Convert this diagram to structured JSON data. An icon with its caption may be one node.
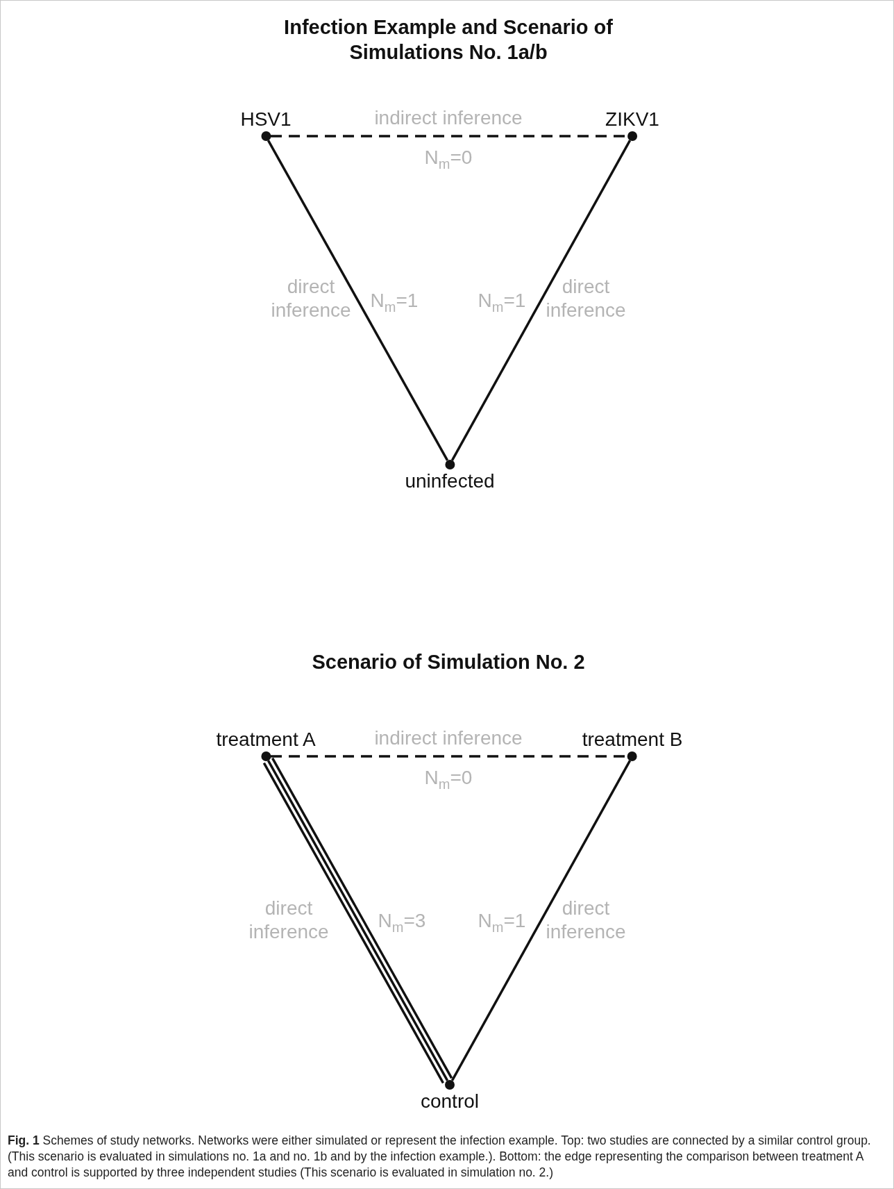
{
  "diagram": {
    "title": "Infection Example and Scenario of Simulations No. 1a/b",
    "caption": "**Fig. 1** Schemes of study networks. Networks were either simulated or represent the infection example. Top: two studies are connected by a similar control group. (This scenario is evaluated in simulations no. 1a and no. 1b and by the infection example.). Bottom: the edge representing the comparison between treatment A and control is supported by three independent studies (This scenario is evaluated in simulation no. 2.)",
    "nodes": [
      {
        "text": [
          "HSV1"
        ]
      },
      {
        "text": [
          "ZIKV1"
        ]
      },
      {
        "text": [
          "uninfected"
        ]
      },
      {
        "text": [
          "treatment A"
        ]
      },
      {
        "text": [
          "treatment B"
        ]
      },
      {
        "text": [
          "control"
        ]
      }
    ],
    "edges": [
      {
        "from": 0,
        "to": 1,
        "arrow": "none",
        "style": "dashed",
        "label": "indirect inference"
      },
      {
        "from": 0,
        "to": 2,
        "arrow": "none",
        "label": "direct inference"
      },
      {
        "from": 1,
        "to": 2,
        "arrow": "none",
        "label": "direct inference"
      },
      {
        "from": 3,
        "to": 4,
        "arrow": "none",
        "style": "dashed",
        "label": "indirect inference"
      },
      {
        "from": 3,
        "to": 5,
        "arrow": "none",
        "label": "direct inference"
      },
      {
        "from": 3,
        "to": 5,
        "arrow": "none"
      },
      {
        "from": 3,
        "to": 5,
        "arrow": "none"
      },
      {
        "from": 4,
        "to": 5,
        "arrow": "none",
        "label": "direct inference"
      }
    ],
    "labels": [
      "N$_{m}$=0",
      "N$_{m}$=1",
      "N$_{m}$=1",
      "Scenario of Simulation No. 2",
      "N$_{m}$=0",
      "N$_{m}$=3",
      "N$_{m}$=1"
    ]
  }
}
